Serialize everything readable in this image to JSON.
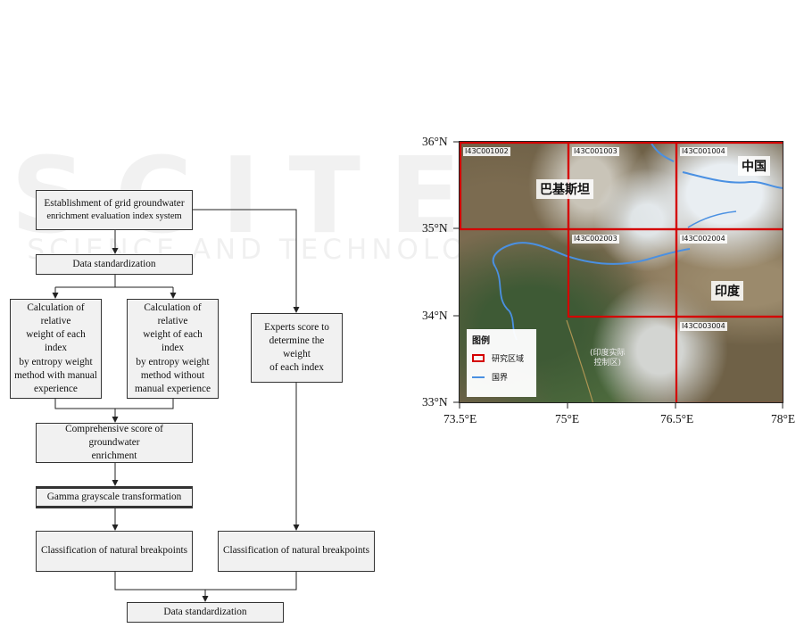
{
  "watermark": {
    "logo_text": "SCITEPRESS",
    "subtitle": "SCIENCE AND TECHNOLOGY PUBLICATIONS"
  },
  "flowchart": {
    "establishment": [
      "Establishment of grid groundwater",
      "enrichment evaluation index system"
    ],
    "standardization_top": "Data standardization",
    "weight_with_experience": [
      "Calculation of relative",
      "weight of each index",
      "by entropy weight",
      "method with manual",
      "experience"
    ],
    "weight_without_experience": [
      "Calculation of relative",
      "weight of each index",
      "by entropy weight",
      "method without",
      "manual experience"
    ],
    "experts_score": [
      "Experts score to",
      "determine the weight",
      "of each index"
    ],
    "comprehensive_score": [
      "Comprehensive score of groundwater",
      "enrichment"
    ],
    "gamma": "Gamma grayscale transformation",
    "classification_left": "Classification of natural breakpoints",
    "classification_right": "Classification of natural breakpoints",
    "standardization_bottom": "Data standardization"
  },
  "map": {
    "tiles": [
      "I43C001002",
      "I43C001003",
      "I43C001004",
      "I43C002003",
      "I43C002004",
      "I43C003004"
    ],
    "countries": {
      "pakistan": "巴基斯坦",
      "china": "中国",
      "india": "印度"
    },
    "controlled_area": [
      "(印度实际",
      "控制区)"
    ],
    "legend": {
      "title": "图例",
      "study_area": "研究区域",
      "border": "国界"
    },
    "y_ticks": [
      "36°N",
      "35°N",
      "34°N",
      "33°N"
    ],
    "x_ticks": [
      "73.5°E",
      "75°E",
      "76.5°E",
      "78°E"
    ],
    "colors": {
      "study_area": "#d40000",
      "border": "#4a90e2"
    }
  }
}
